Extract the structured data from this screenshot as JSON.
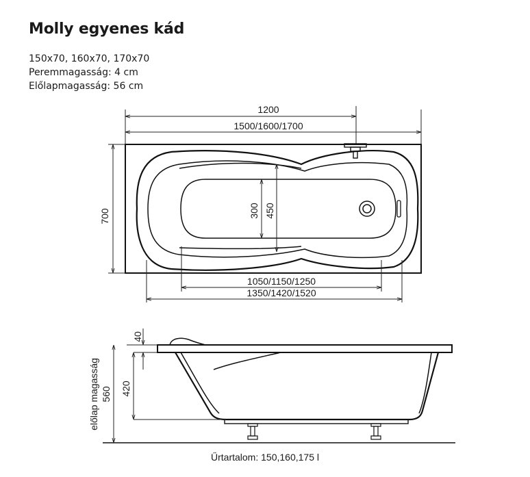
{
  "title": "Molly egyenes kád",
  "specs": {
    "sizes": "150x70, 160x70, 170x70",
    "rim_height": "Peremmagasság: 4 cm",
    "panel_height": "Előlapmagasság: 56 cm"
  },
  "top_view": {
    "dim_top_inner": "1200",
    "dim_top_total": "1500/1600/1700",
    "dim_height": "700",
    "dim_inner_300": "300",
    "dim_inner_450": "450",
    "dim_bottom_inner": "1050/1150/1250",
    "dim_bottom_outer": "1350/1420/1520"
  },
  "side_view": {
    "dim_40": "40",
    "dim_420": "420",
    "dim_560": "560",
    "panel_label": "előlap magasság"
  },
  "footer": "Űrtartalom: 150,160,175 l"
}
